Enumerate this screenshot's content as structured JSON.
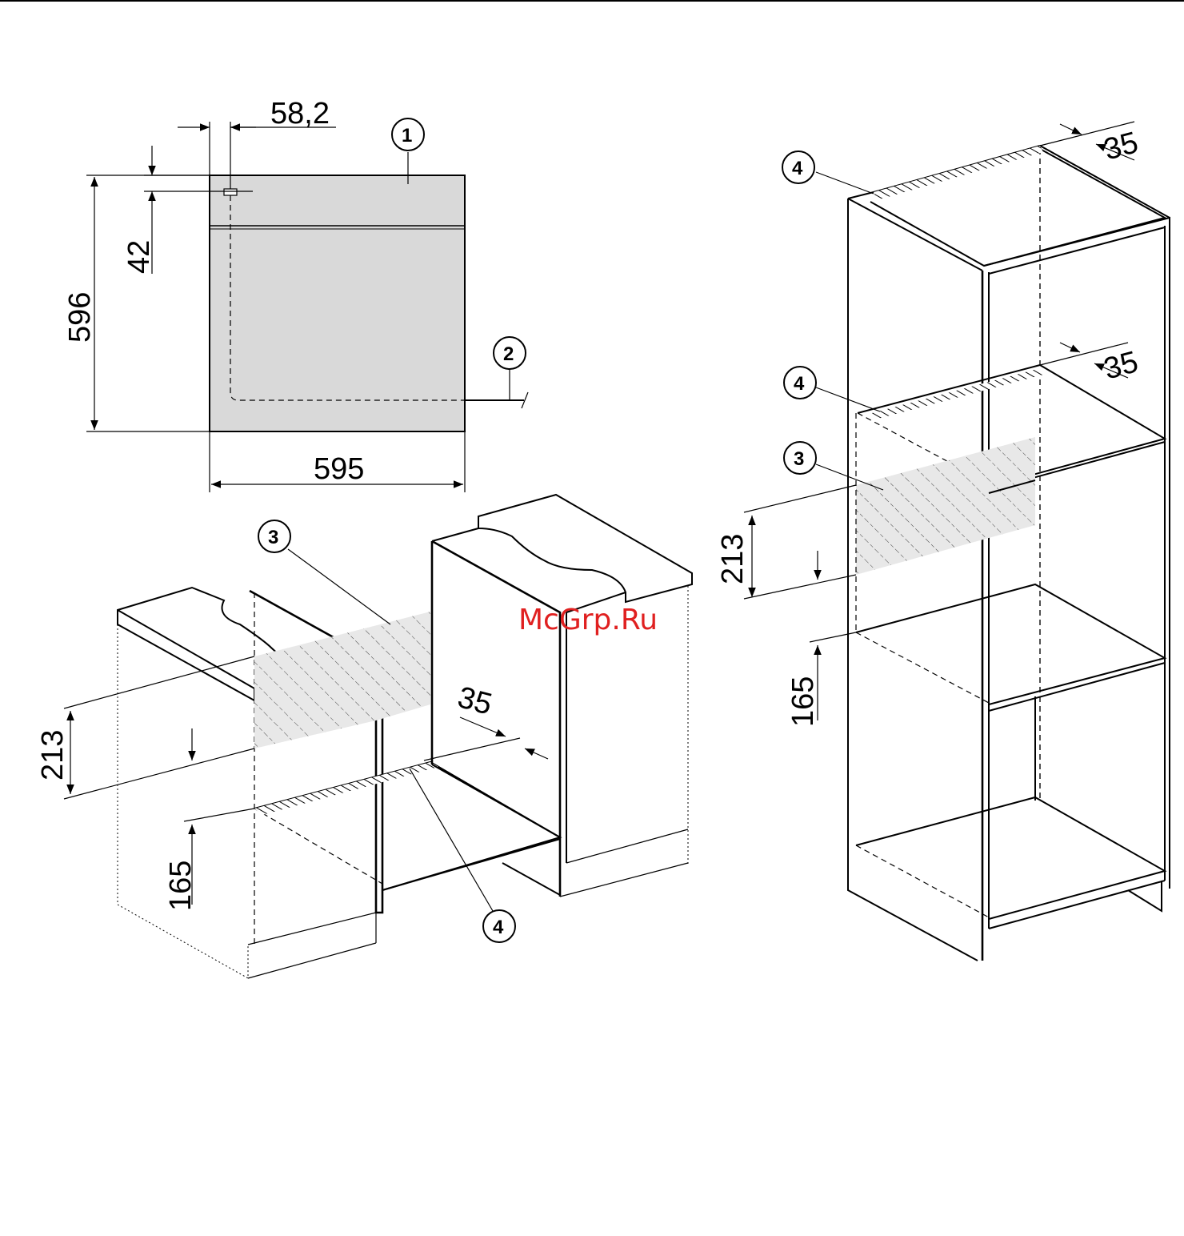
{
  "dimensions": {
    "offset_x": "58,2",
    "offset_y": "42",
    "height": "596",
    "width": "595",
    "gap_left_cabinet": "35",
    "gap_tall_top": "35",
    "gap_tall_mid": "35",
    "vent_height_left": "213",
    "vent_height_right": "213",
    "floor_height_left": "165",
    "floor_height_right": "165"
  },
  "callouts": {
    "c1": "1",
    "c2": "2",
    "c3_left": "3",
    "c4_left": "4",
    "c4_top": "4",
    "c4_mid": "4",
    "c3_right": "3"
  },
  "watermark": "McGrp.Ru",
  "colors": {
    "appliance_fill": "#d9d9d9",
    "hatch_fill": "#e6e6e6",
    "watermark": "#e02020"
  }
}
